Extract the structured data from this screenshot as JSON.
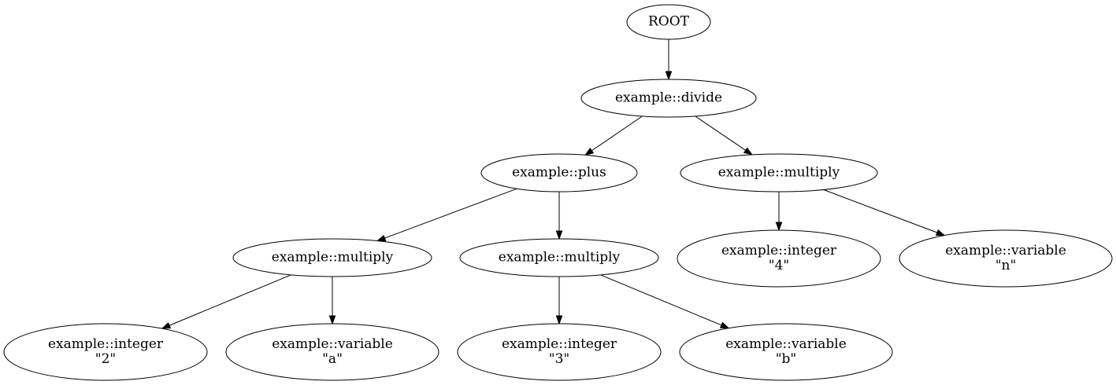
{
  "nodes": [
    {
      "id": "root",
      "lines": [
        "ROOT"
      ]
    },
    {
      "id": "divide",
      "lines": [
        "example::divide"
      ]
    },
    {
      "id": "plus",
      "lines": [
        "example::plus"
      ]
    },
    {
      "id": "multiply_top",
      "lines": [
        "example::multiply"
      ]
    },
    {
      "id": "multiply_left",
      "lines": [
        "example::multiply"
      ]
    },
    {
      "id": "multiply_mid",
      "lines": [
        "example::multiply"
      ]
    },
    {
      "id": "integer_4",
      "lines": [
        "example::integer",
        "\"4\""
      ]
    },
    {
      "id": "variable_n",
      "lines": [
        "example::variable",
        "\"n\""
      ]
    },
    {
      "id": "integer_2",
      "lines": [
        "example::integer",
        "\"2\""
      ]
    },
    {
      "id": "variable_a",
      "lines": [
        "example::variable",
        "\"a\""
      ]
    },
    {
      "id": "integer_3",
      "lines": [
        "example::integer",
        "\"3\""
      ]
    },
    {
      "id": "variable_b",
      "lines": [
        "example::variable",
        "\"b\""
      ]
    }
  ],
  "edges": [
    {
      "from": "root",
      "to": "divide"
    },
    {
      "from": "divide",
      "to": "plus"
    },
    {
      "from": "divide",
      "to": "multiply_top"
    },
    {
      "from": "plus",
      "to": "multiply_left"
    },
    {
      "from": "plus",
      "to": "multiply_mid"
    },
    {
      "from": "multiply_top",
      "to": "integer_4"
    },
    {
      "from": "multiply_top",
      "to": "variable_n"
    },
    {
      "from": "multiply_left",
      "to": "integer_2"
    },
    {
      "from": "multiply_left",
      "to": "variable_a"
    },
    {
      "from": "multiply_mid",
      "to": "integer_3"
    },
    {
      "from": "multiply_mid",
      "to": "variable_b"
    }
  ]
}
